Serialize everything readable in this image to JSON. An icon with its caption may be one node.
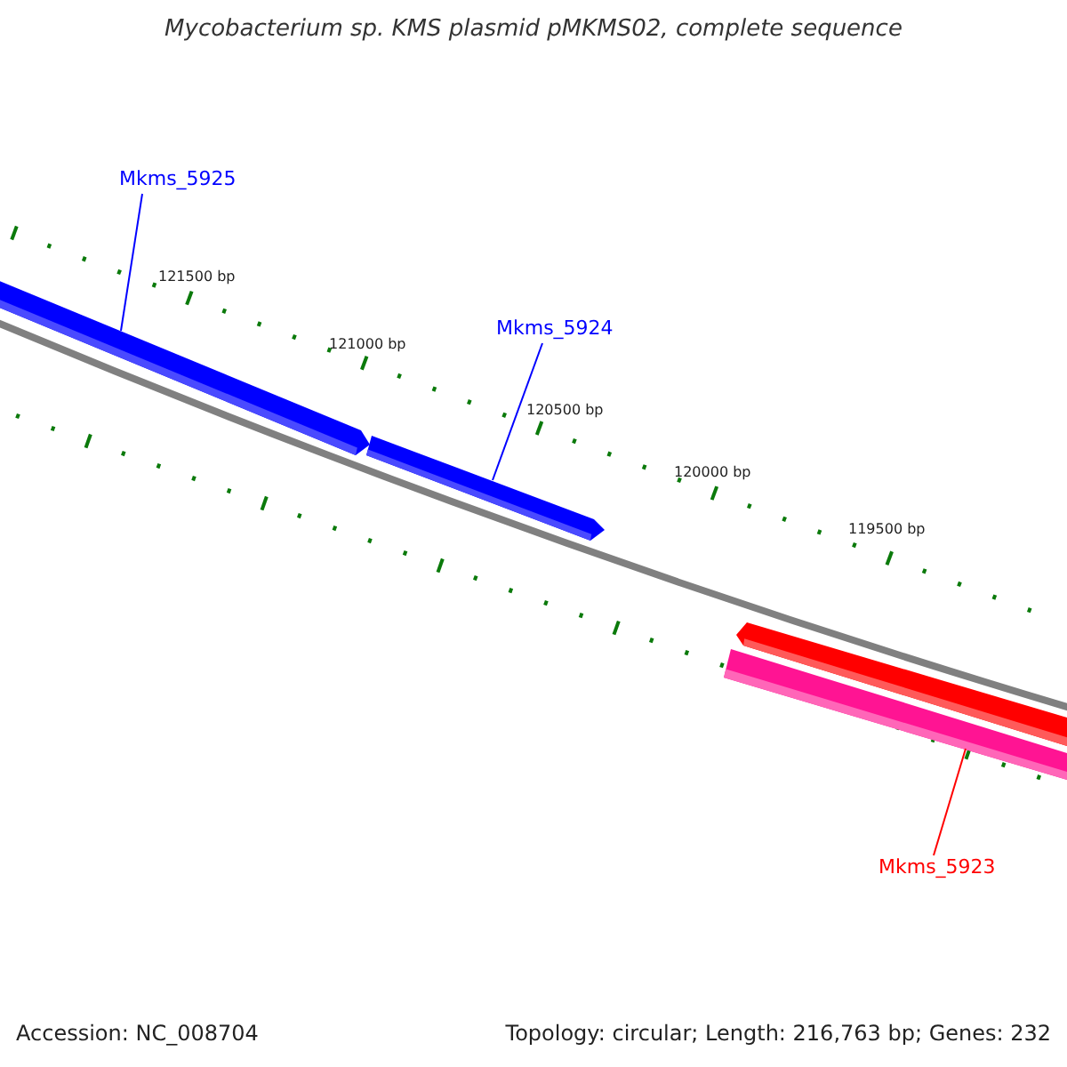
{
  "diagram": {
    "title": "Mycobacterium sp. KMS plasmid pMKMS02, complete sequence",
    "nodes": [
      {
        "text": [
          "Mkms_5925"
        ]
      },
      {
        "text": [
          "Mkms_5924"
        ]
      },
      {
        "text": [
          "Mkms_5923"
        ]
      },
      {
        "text": [],
        "shape": "arrow"
      },
      {
        "text": [],
        "shape": "arrow"
      },
      {
        "text": [],
        "shape": "arrow"
      },
      {
        "text": [],
        "shape": "bar"
      }
    ],
    "edges": [
      {
        "from": 0,
        "to": 3,
        "arrow": "none"
      },
      {
        "from": 1,
        "to": 4,
        "arrow": "none"
      },
      {
        "from": 2,
        "to": 6,
        "arrow": "none",
        "color": "#ff0000"
      }
    ],
    "labels": [
      "121500 bp",
      "121000 bp",
      "120500 bp",
      "120000 bp",
      "119500 bp",
      "Accession: NC_008704",
      "Topology: circular; Length: 216,763 bp; Genes: 232"
    ]
  }
}
